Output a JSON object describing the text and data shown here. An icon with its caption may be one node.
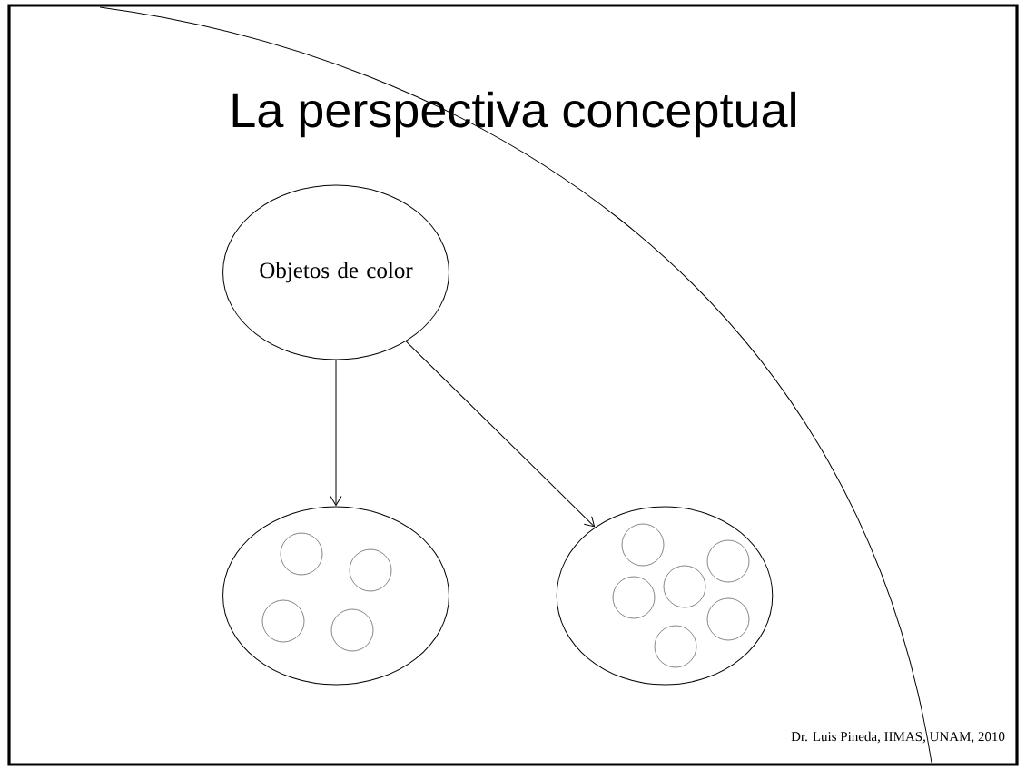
{
  "diagram": {
    "title": "La perspectiva conceptual",
    "nodes": [
      {
        "text": [
          "Objetos de color"
        ]
      },
      {
        "text": [],
        "shape": "circle"
      },
      {
        "text": [],
        "shape": "circle"
      },
      {
        "text": [],
        "shape": "circle",
        "in": 1
      },
      {
        "text": [],
        "shape": "circle",
        "in": 1
      },
      {
        "text": [],
        "shape": "circle",
        "in": 1
      },
      {
        "text": [],
        "shape": "circle",
        "in": 1
      },
      {
        "text": [],
        "shape": "circle",
        "in": 2
      },
      {
        "text": [],
        "shape": "circle",
        "in": 2
      },
      {
        "text": [],
        "shape": "circle",
        "in": 2
      },
      {
        "text": [],
        "shape": "circle",
        "in": 2
      },
      {
        "text": [],
        "shape": "circle",
        "in": 2
      },
      {
        "text": [],
        "shape": "circle",
        "in": 2
      }
    ],
    "edges": [
      {
        "from": 0,
        "to": 1,
        "arrow": "to"
      },
      {
        "from": 0,
        "to": 2,
        "arrow": "to"
      }
    ],
    "labels": [
      "Dr. Luis Pineda, IIMAS, UNAM, 2010"
    ]
  }
}
